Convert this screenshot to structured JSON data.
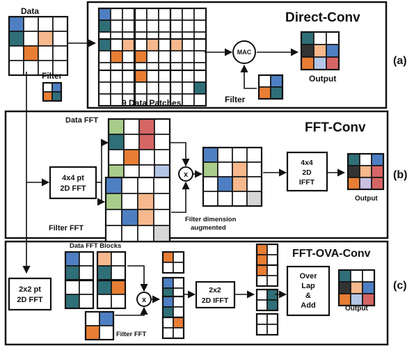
{
  "colors": {
    "blue": "#4f7fc3",
    "teal": "#2f6f78",
    "orange": "#e87e34",
    "peach": "#f6b88c",
    "green": "#a9cc8b",
    "red": "#d66565",
    "lightblue": "#b4c6e6",
    "lavender": "#c9c0e2",
    "gray": "#d6d6d6",
    "black": "#333333",
    "white": "#ffffff"
  },
  "labels": {
    "data": "Data",
    "filter_left": "Filter",
    "patches": "9 Data Patches",
    "mac": "MAC",
    "filter_a": "Filter",
    "output_a": "Output",
    "title_a": "Direct-Conv",
    "tag_a": "(a)",
    "data_fft": "Data FFT",
    "filter_fft_b": "Filter FFT",
    "fft44": [
      "4x4 pt",
      "2D FFT"
    ],
    "mult_b": "x",
    "filter_aug": [
      "Filter dimension",
      "augmented"
    ],
    "ifft44": [
      "4x4",
      "2D",
      "IFFT"
    ],
    "output_b": "Output",
    "title_b": "FFT-Conv",
    "tag_b": "(b)",
    "data_fft_blocks": "Data FFT Blocks",
    "fft22": [
      "2x2 pt",
      "2D FFT"
    ],
    "mult_c": "x",
    "filter_fft_c": "Filter FFT",
    "ifft22": [
      "2x2",
      "2D IFFT"
    ],
    "ola": [
      "Over",
      "Lap",
      "&",
      "Add"
    ],
    "output_c": "Output",
    "title_c": "FFT-OVA-Conv",
    "tag_c": "(c)"
  }
}
